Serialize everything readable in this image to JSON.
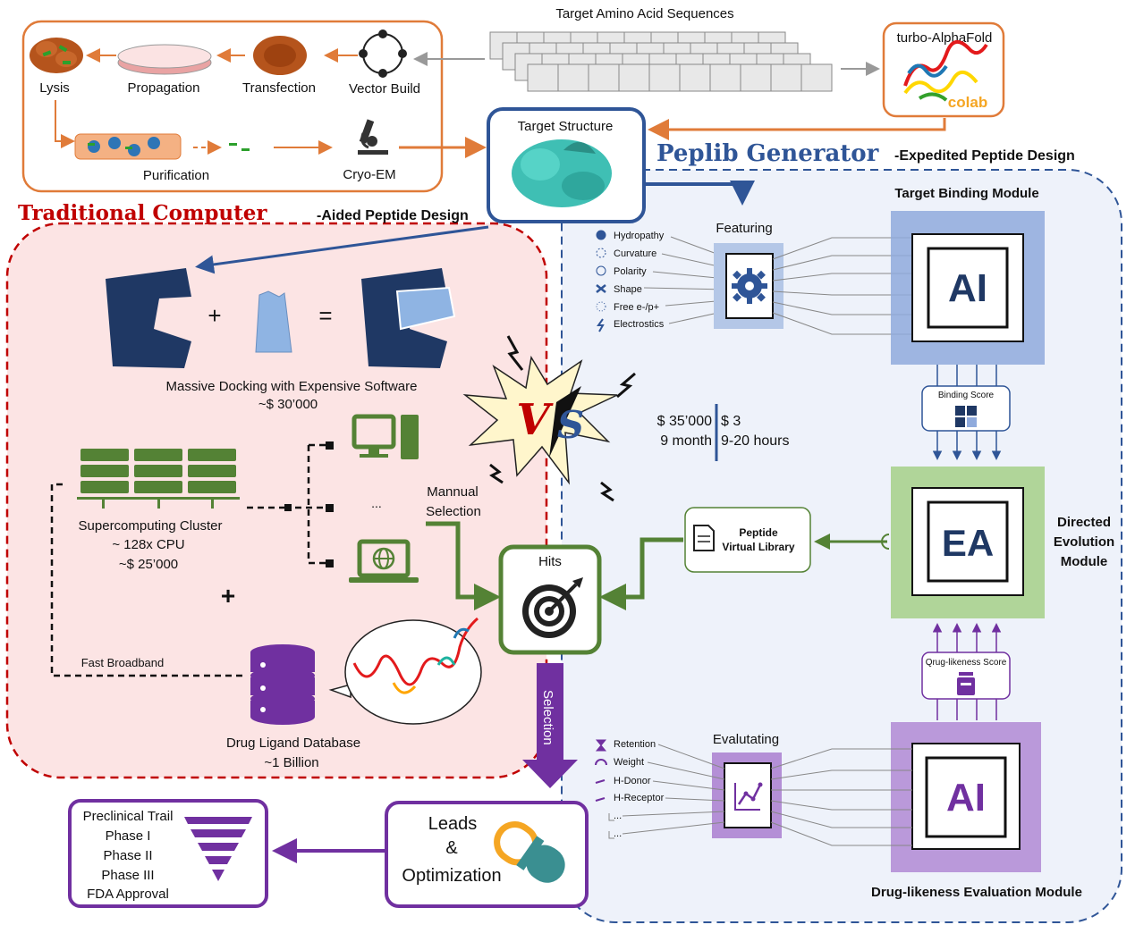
{
  "top": {
    "amino_title": "Target Amino Acid Sequences",
    "alphafold_label": "turbo-AlphaFold",
    "colab_label": "colab",
    "wetlab": [
      "Lysis",
      "Propagation",
      "Transfection",
      "Vector Build",
      "Purification",
      "Cryo-EM"
    ],
    "target_structure": "Target Structure"
  },
  "peplib": {
    "name": "Peplib Generator",
    "suffix": "-Expedited Peptide Design"
  },
  "traditional": {
    "name": "Traditional Computer",
    "suffix": "-Aided Peptide Design",
    "docking_line1": "Massive Docking with Expensive Software",
    "docking_line2": "~$ 30’000",
    "cluster_line1": "Supercomputing Cluster",
    "cluster_line2": "~ 128x CPU",
    "cluster_line3": "~$ 25’000",
    "ellipsis": "...",
    "manual_line1": "Mannual",
    "manual_line2": "Selection",
    "broadband": "Fast Broadband",
    "db_line1": "Drug Ligand Database",
    "db_line2": "~1 Billion",
    "plus": "+",
    "equals": "="
  },
  "comparison": {
    "left_cost": "$ 35’000",
    "left_time": "9 month",
    "right_cost": "$ 3",
    "right_time": "9-20 hours",
    "vs_v": "V",
    "vs_s": "S"
  },
  "hits": "Hits",
  "selection": "Selection",
  "leads": {
    "line1": "Leads",
    "line2": "&",
    "line3": "Optimization"
  },
  "trials": [
    "Preclinical Trail",
    "Phase I",
    "Phase II",
    "Phase III",
    "FDA Approval"
  ],
  "featuring": {
    "title": "Featuring",
    "features": [
      "Hydropathy",
      "Curvature",
      "Polarity",
      "Shape",
      "Free e-/p+",
      "Electrostics"
    ]
  },
  "modules": {
    "target_binding": "Target Binding Module",
    "ai": "AI",
    "binding_score": "Binding Score",
    "ea": "EA",
    "directed": [
      "Directed",
      "Evolution",
      "Module"
    ],
    "virtual_library": [
      "Peptide",
      "Virtual Library"
    ],
    "drug_score": "Qrug-likeness Score",
    "drug_module": "Drug-likeness Evaluation Module"
  },
  "evaluating": {
    "title": "Evalutating",
    "features": [
      "Retention",
      "Weight",
      "H-Donor",
      "H-Receptor",
      "...",
      "..."
    ]
  },
  "colors": {
    "orange": "#e07b39",
    "blue_dark": "#2f5597",
    "red_dashed": "#c00000",
    "pink_bg": "#fce4e4",
    "lightblue_bg": "#eef2fa",
    "navy": "#1f3864",
    "green": "#548235",
    "purple": "#7030a0"
  }
}
